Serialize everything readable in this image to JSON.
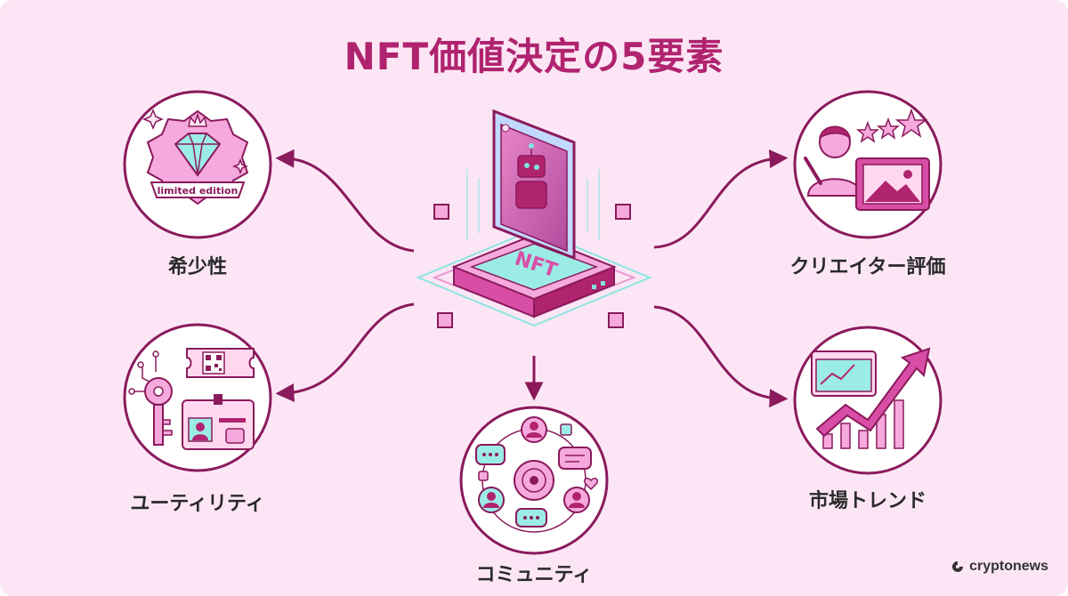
{
  "title": "NFT価値決定の5要素",
  "center_badge": "NFT",
  "factors": {
    "rarity": {
      "label": "希少性",
      "badge_text": "limited edition"
    },
    "creator": {
      "label": "クリエイター評価"
    },
    "utility": {
      "label": "ユーティリティ"
    },
    "market": {
      "label": "市場トレンド"
    },
    "community": {
      "label": "コミュニティ"
    }
  },
  "brand": "cryptonews",
  "colors": {
    "accent": "#b0236f",
    "outline": "#8a1a5c",
    "teal": "#7fe3df",
    "pink": "#e684c8",
    "background": "#fce6f5"
  }
}
